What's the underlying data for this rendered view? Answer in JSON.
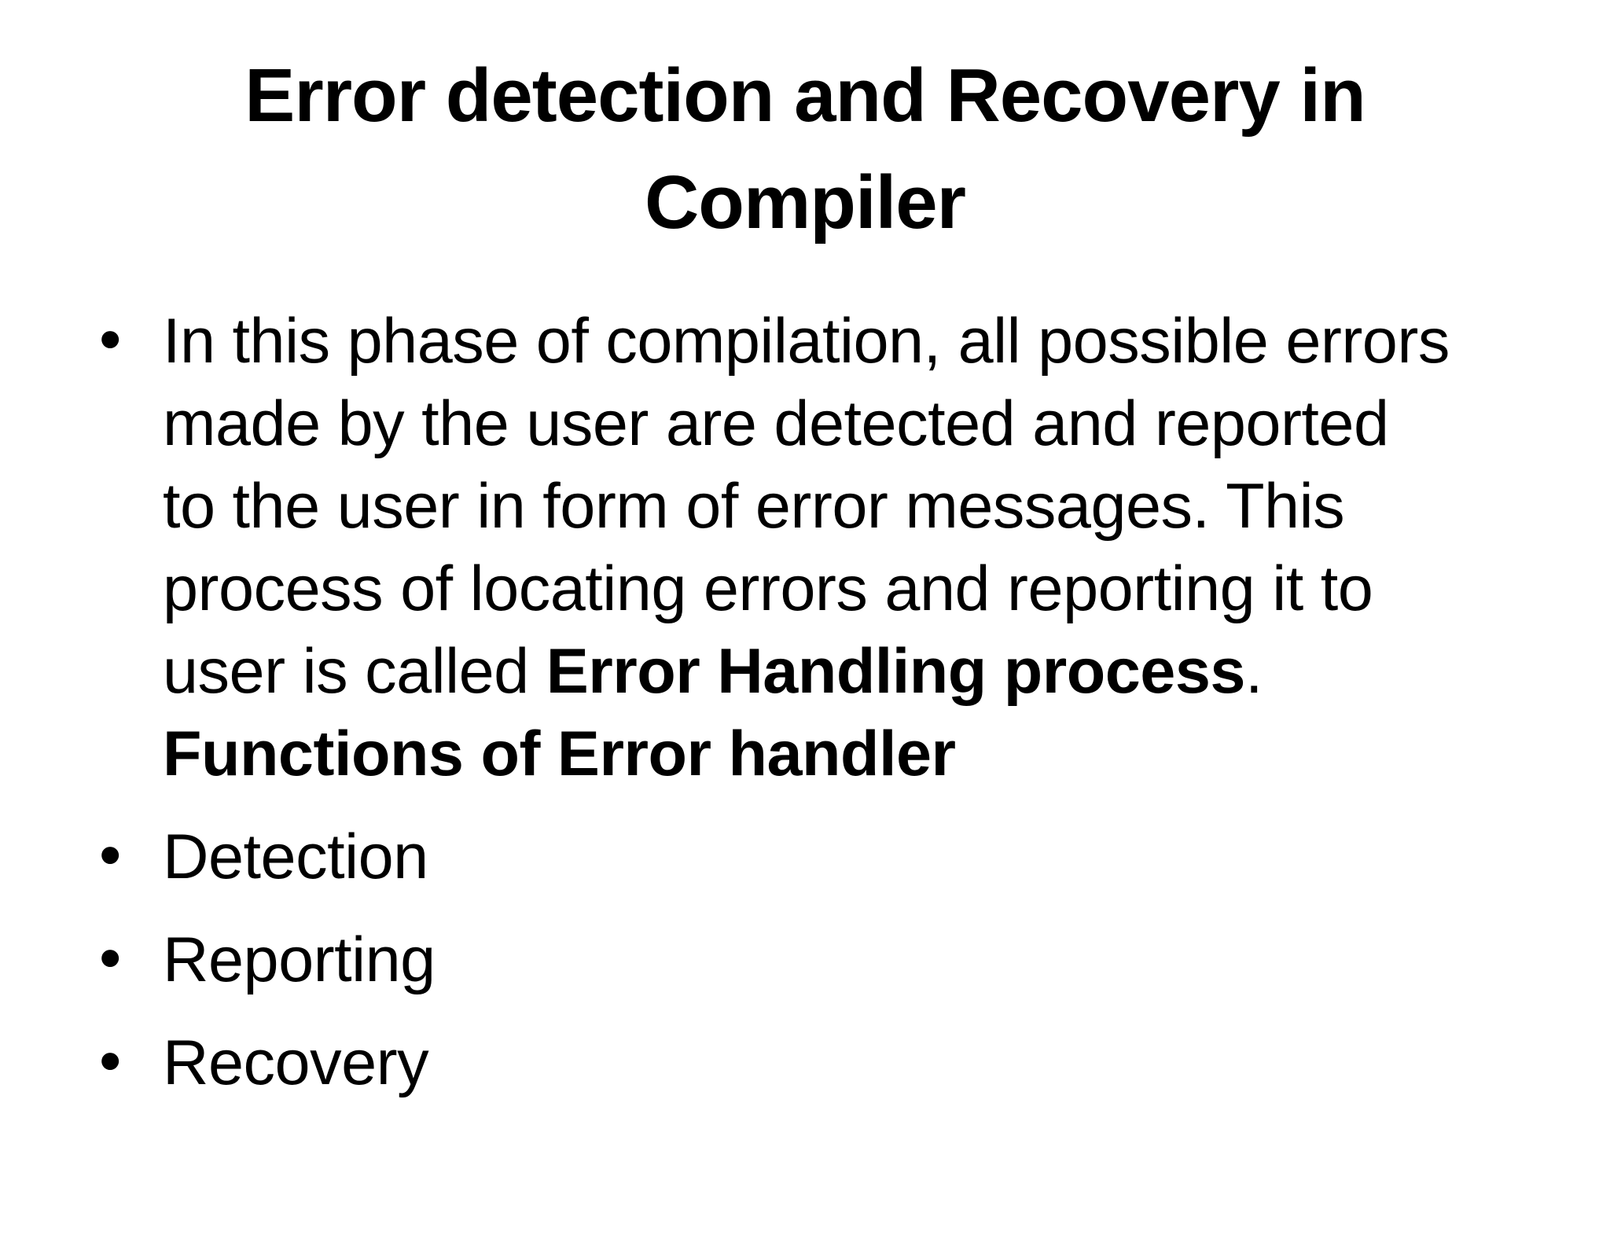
{
  "slide": {
    "colors": {
      "background": "#ffffff",
      "text": "#000000"
    },
    "bullet_glyph": "•",
    "title": {
      "lines": [
        "Error detection and Recovery in",
        "Compiler"
      ]
    },
    "bullets": [
      {
        "lines": [
          {
            "segments": [
              {
                "text": "In this phase of compilation, all possible errors",
                "bold": false
              }
            ]
          },
          {
            "segments": [
              {
                "text": "made by the user are detected and reported",
                "bold": false
              }
            ]
          },
          {
            "segments": [
              {
                "text": "to the user in form of error messages. This",
                "bold": false
              }
            ]
          },
          {
            "segments": [
              {
                "text": "process of locating errors and reporting it to",
                "bold": false
              }
            ]
          },
          {
            "segments": [
              {
                "text": "user is called ",
                "bold": false
              },
              {
                "text": "Error Handling process",
                "bold": true
              },
              {
                "text": ".",
                "bold": false
              }
            ]
          },
          {
            "segments": [
              {
                "text": "Functions of Error handler",
                "bold": true
              }
            ]
          }
        ]
      },
      {
        "lines": [
          {
            "segments": [
              {
                "text": "Detection",
                "bold": false
              }
            ]
          }
        ]
      },
      {
        "lines": [
          {
            "segments": [
              {
                "text": "Reporting",
                "bold": false
              }
            ]
          }
        ]
      },
      {
        "lines": [
          {
            "segments": [
              {
                "text": "Recovery",
                "bold": false
              }
            ]
          }
        ]
      }
    ]
  }
}
